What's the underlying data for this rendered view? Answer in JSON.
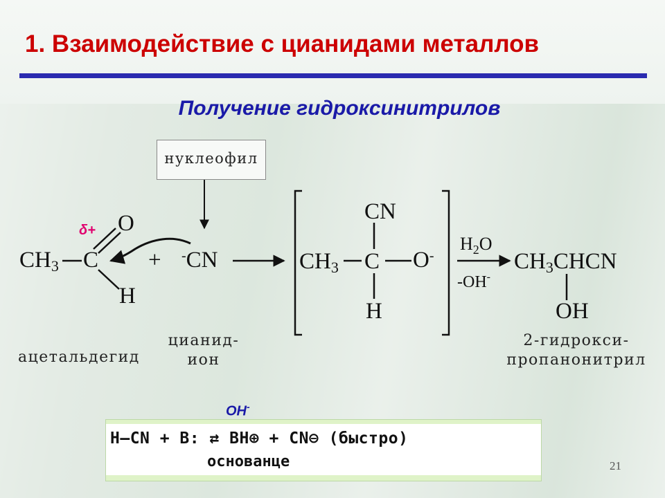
{
  "title": "1. Взаимодействие с цианидами металлов",
  "subtitle": "Получение гидроксинитрилов",
  "nucleophile_label": "нуклеофил",
  "acetaldehyde": {
    "ch3": "CH",
    "ch3_sub": "3",
    "c": "C",
    "o": "O",
    "h": "H",
    "delta": "δ+",
    "name": "ацетальдегид"
  },
  "plus": "+",
  "cyanide": {
    "charge": "-",
    "formula": "CN",
    "name_line1": "цианид-",
    "name_line2": "ион"
  },
  "intermediate": {
    "cn": "CN",
    "ch3": "CH",
    "ch3_sub": "3",
    "c": "C",
    "o": "O",
    "o_charge": "-",
    "h": "H"
  },
  "conditions": {
    "reagent": "H",
    "reagent_sub": "2",
    "reagent_tail": "O",
    "byproduct": "-OH",
    "byproduct_charge": "-"
  },
  "product": {
    "formula_a": "CH",
    "formula_sub": "3",
    "formula_b": "CHCN",
    "oh": "OH",
    "name_line1": "2-гидрокси-",
    "name_line2": "пропанонитрил"
  },
  "catalyst": {
    "oh": "OH",
    "charge": "-"
  },
  "equation": {
    "line1": "H—CN + B: ⇄ BH⊕ + CN⊖ (быстро)",
    "line2": "основанце"
  },
  "page_number": "21"
}
